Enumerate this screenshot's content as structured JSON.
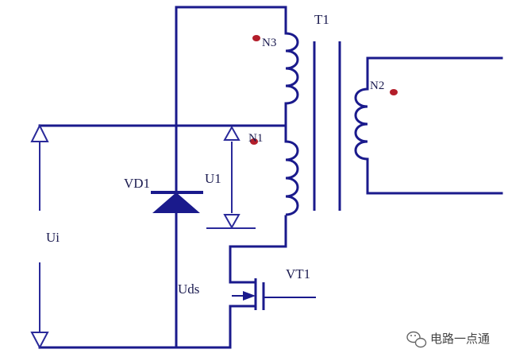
{
  "labels": {
    "transformer": "T1",
    "winding_n3": "N3",
    "winding_n2": "N2",
    "winding_n1": "N1",
    "diode": "VD1",
    "voltage_u1": "U1",
    "voltage_ui": "Ui",
    "voltage_uds": "Uds",
    "transistor": "VT1"
  },
  "watermark": "电路一点通",
  "colors": {
    "wire": "#1a1a8c",
    "polarity_dot": "#b31e2a",
    "background": "#ffffff"
  },
  "icons": {
    "watermark_logo": "wechat-icon"
  }
}
